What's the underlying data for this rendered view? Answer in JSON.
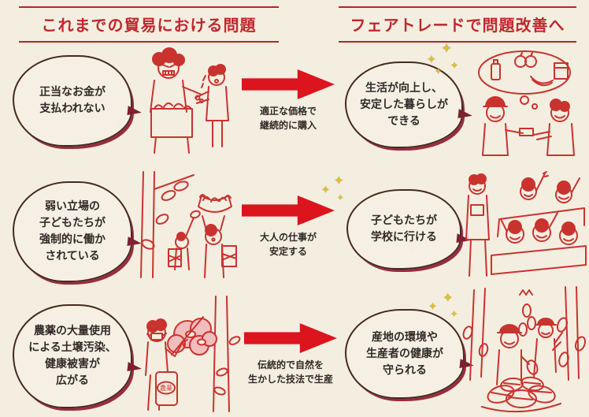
{
  "colors": {
    "background": "#f4eee1",
    "accent_red": "#c0272d",
    "arrow_red": "#dc141e",
    "ink_red": "#c9332e",
    "bubble_outline_dark": "#46291f",
    "bubble_outline_red": "#9a2b3f",
    "text_dark": "#2e2a26",
    "sparkle_yellow": "#dfc02c",
    "spray_pink": "#f3bcbd"
  },
  "headers": {
    "problems": "これまでの貿易における問題",
    "solutions": "フェアトレードで問題改善へ"
  },
  "rows": [
    {
      "problem": "正当なお金が\n支払われない",
      "arrow_caption": "適正な価格で\n継続的に購入",
      "solution": "生活が向上し、\n安定した暮らしが\nできる"
    },
    {
      "problem": "弱い立場の\n子どもたちが\n強制的に働か\nされている",
      "arrow_caption": "大人の仕事が\n安定する",
      "solution": "子どもたちが\n学校に行ける"
    },
    {
      "problem": "農薬の大量使用\nによる土壌汚染、\n健康被害が\n広がる",
      "arrow_caption": "伝統的で自然を\n生かした技法で生産",
      "solution": "産地の環境や\n生産者の健康が\n守られる"
    }
  ],
  "labels": {
    "pesticide_can": "農薬"
  },
  "icons": {
    "sparkle": "✦"
  }
}
